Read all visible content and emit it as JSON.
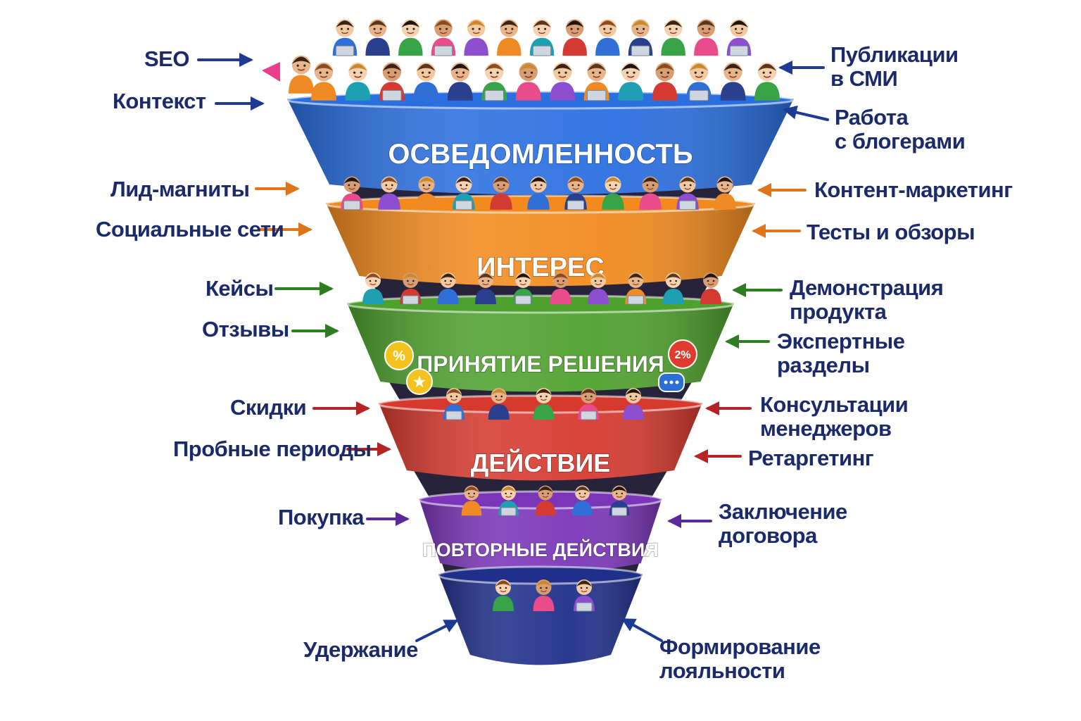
{
  "stages": [
    {
      "title": "ОСВЕДОМЛЕННОСТЬ",
      "color": "#2a6fe0",
      "arrow_color": "#1f3a93",
      "left_labels": [
        "SEO",
        "Контекст"
      ],
      "right_labels": [
        [
          "Публикации",
          "в СМИ"
        ],
        [
          "Работа",
          "с блогерами"
        ]
      ]
    },
    {
      "title": "ИНТЕРЕС",
      "color": "#f28a1e",
      "arrow_color": "#e0741a",
      "left_labels": [
        "Лид-магниты",
        "Социальные сети"
      ],
      "right_labels": [
        [
          "Контент-маркетинг"
        ],
        [
          "Тесты и обзоры"
        ]
      ]
    },
    {
      "title": "ПРИНЯТИЕ РЕШЕНИЯ",
      "color": "#4fa12e",
      "arrow_color": "#2f7d22",
      "left_labels": [
        "Кейсы",
        "Отзывы"
      ],
      "right_labels": [
        [
          "Демонстрация",
          "продукта"
        ],
        [
          "Экспертные",
          "разделы"
        ]
      ]
    },
    {
      "title": "ДЕЙСТВИЕ",
      "color": "#d63a2f",
      "arrow_color": "#b52424",
      "left_labels": [
        "Скидки",
        "Пробные периоды"
      ],
      "right_labels": [
        [
          "Консультации",
          "менеджеров"
        ],
        [
          "Ретаргетинг"
        ]
      ]
    },
    {
      "title": "ПОВТОРНЫЕ ДЕЙСТВИЯ",
      "color": "#7a35b8",
      "arrow_color": "#5a2a9a",
      "left_labels": [
        "Покупка"
      ],
      "right_labels": [
        [
          "Заключение",
          "договора"
        ]
      ]
    },
    {
      "title": "",
      "color": "#1f2f8a",
      "arrow_color": "#1f3a93",
      "left_labels": [
        "Удержание"
      ],
      "right_labels": [
        [
          "Формирование",
          "лояльности"
        ]
      ]
    }
  ],
  "badges": {
    "percent_icon": "%",
    "discount_icon": "2%",
    "star_icon": "★",
    "colors": {
      "yellow": "#f4c21c",
      "red": "#e23a2e",
      "blue": "#2b6fd6"
    }
  }
}
